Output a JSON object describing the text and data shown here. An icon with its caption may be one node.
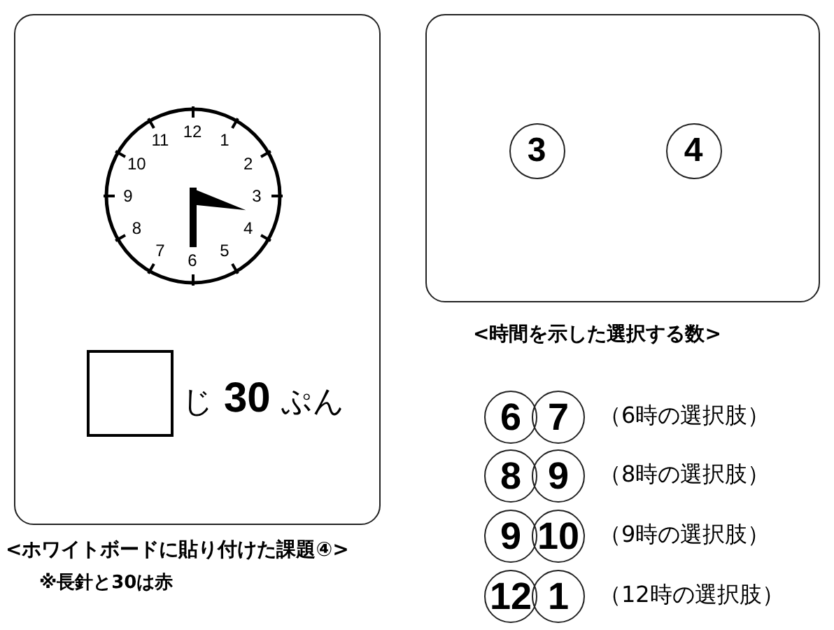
{
  "diagram": {
    "nodes": [
      {
        "text": [],
        "shape": "box",
        "beside": [
          "<ホワイトボードに貼り付けた課題④>"
        ]
      },
      {
        "text": [
          "12",
          "1",
          "2",
          "3",
          "4",
          "5",
          "6",
          "7",
          "8",
          "9",
          "10",
          "11"
        ],
        "in": 0
      },
      {
        "text": [],
        "shape": "box",
        "in": 0
      },
      {
        "text": [],
        "shape": "box",
        "beside": [
          "<時間を示した選択する数>"
        ]
      },
      {
        "text": [
          "3"
        ],
        "in": 3
      },
      {
        "text": [
          "4"
        ],
        "in": 3
      },
      {
        "text": [
          "6"
        ]
      },
      {
        "text": [
          "7"
        ]
      },
      {
        "text": [
          "8"
        ]
      },
      {
        "text": [
          "9"
        ]
      },
      {
        "text": [
          "9"
        ]
      },
      {
        "text": [
          "10"
        ]
      },
      {
        "text": [
          "12"
        ]
      },
      {
        "text": [
          "1"
        ]
      }
    ],
    "labels": [
      "じ **30** ぷん",
      "※長針と30は赤",
      "（6時の選択肢）",
      "（8時の選択肢）",
      "（9時の選択肢）",
      "（12時の選択肢）"
    ]
  }
}
